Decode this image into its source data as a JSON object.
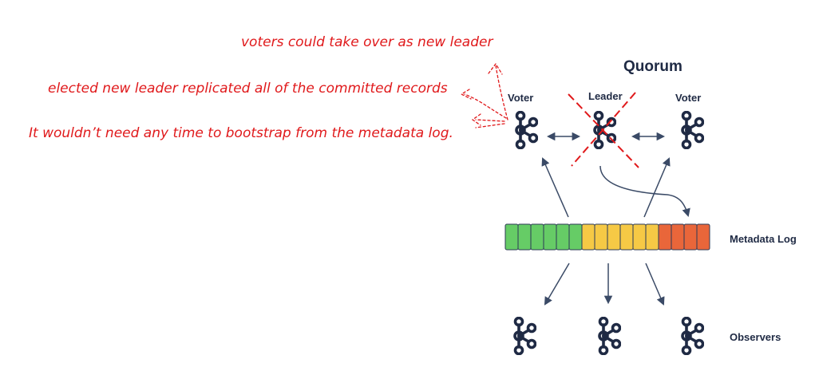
{
  "annotations": {
    "line1": "voters could take over as new leader",
    "line2": "elected new leader replicated all of the committed records",
    "line3": "It wouldn’t need any time to bootstrap from the metadata log."
  },
  "quorum": {
    "title": "Quorum",
    "left_label": "Voter",
    "center_label": "Leader",
    "right_label": "Voter",
    "leader_crossed_out": true
  },
  "log": {
    "label": "Metadata Log",
    "segments": [
      {
        "color": "#66cc66",
        "count": 6
      },
      {
        "color": "#f6c945",
        "count": 6
      },
      {
        "color": "#e9663a",
        "count": 4
      }
    ]
  },
  "observers": {
    "label": "Observers",
    "count": 3
  },
  "colors": {
    "annotation": "#e0191b",
    "node": "#1f2a44",
    "arrow": "#3a4a66"
  },
  "icons": {
    "node": "kafka-node-icon"
  }
}
